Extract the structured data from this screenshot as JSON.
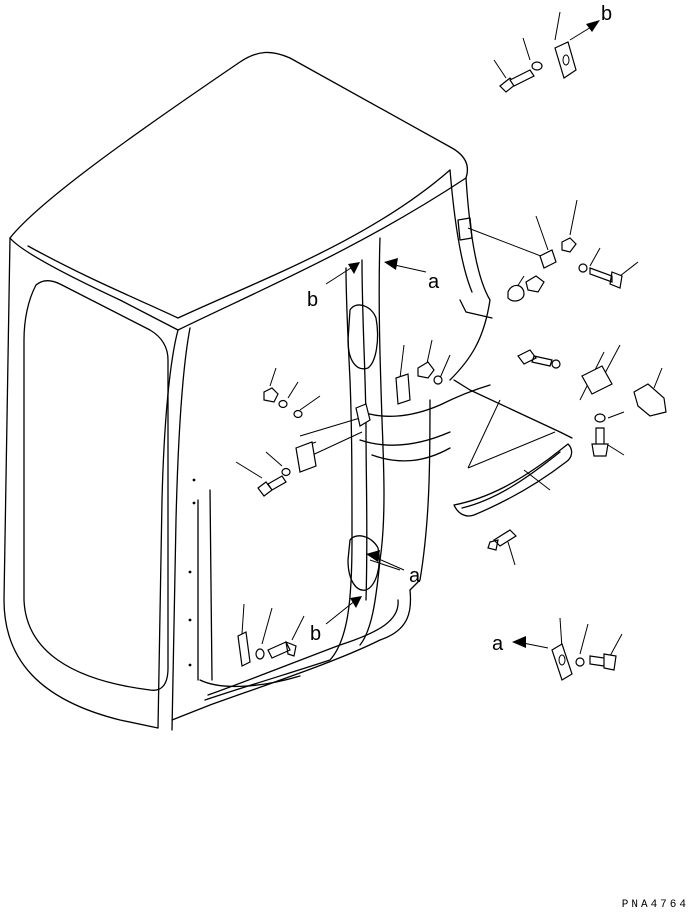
{
  "diagram": {
    "callouts": {
      "a": "a",
      "b": "b"
    },
    "drawing_code": "PNA4764"
  }
}
